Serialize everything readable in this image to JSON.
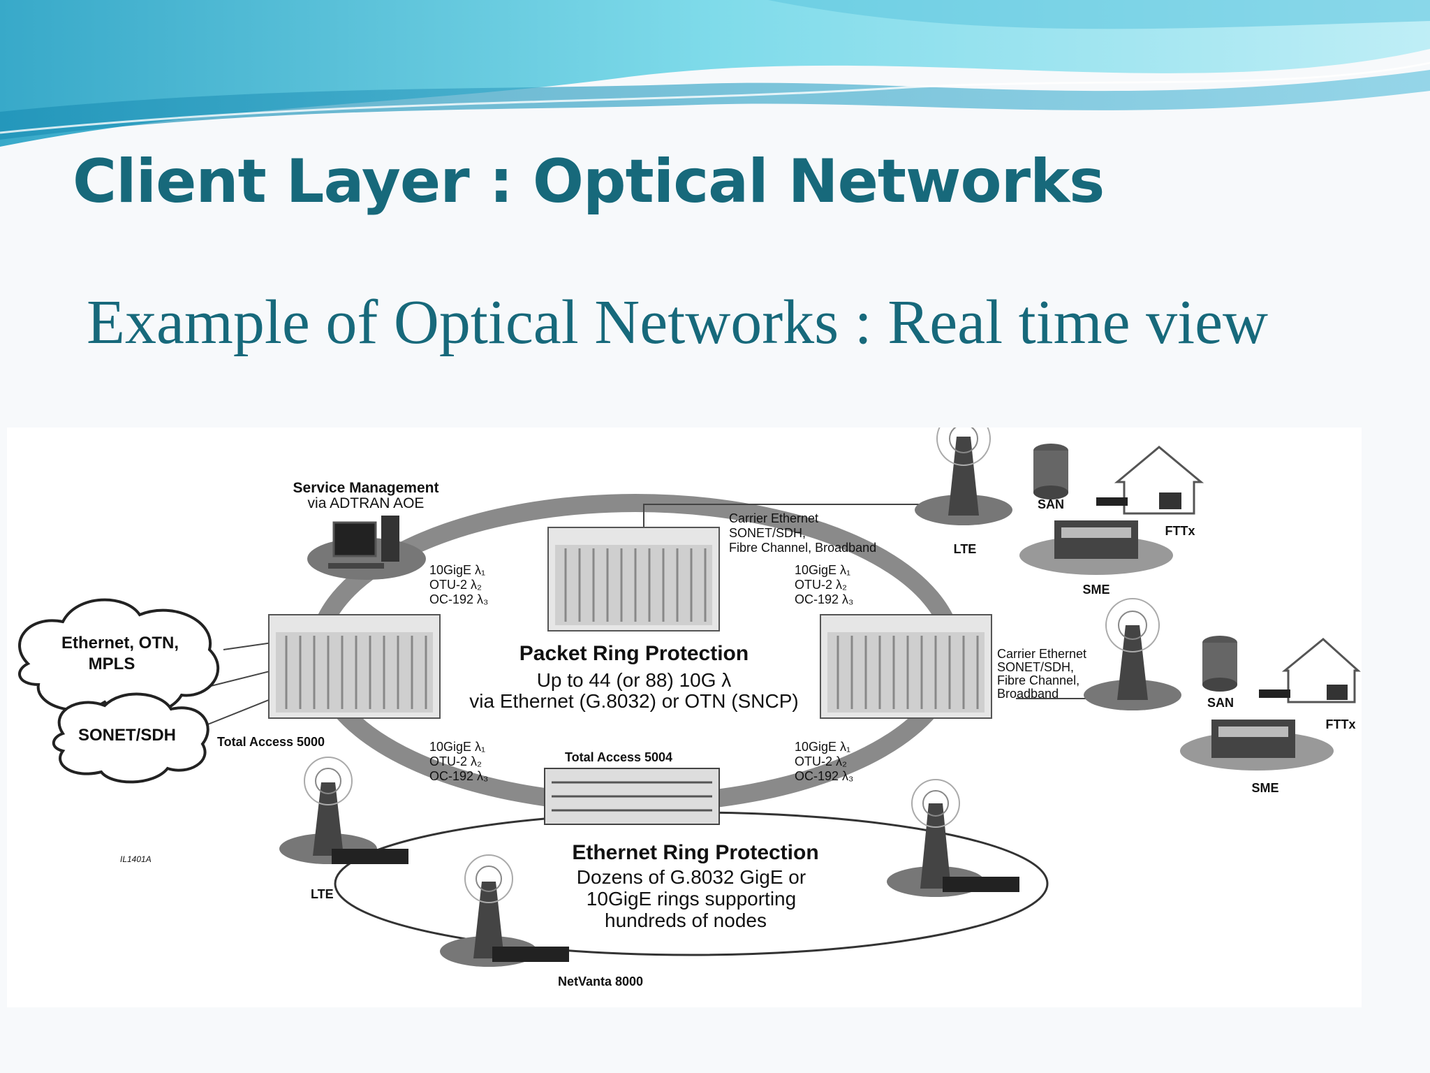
{
  "slide": {
    "title": "Client Layer : Optical Networks",
    "subtitle": "Example of Optical Networks : Real time view"
  },
  "diagram": {
    "service_mgmt": [
      "Service Management",
      "via ADTRAN AOE"
    ],
    "clouds": [
      "Ethernet, OTN,",
      "MPLS",
      "SONET/SDH"
    ],
    "link_labels": [
      "10GigE λ₁",
      "OTU-2 λ₂",
      "OC-192 λ₃"
    ],
    "carrier_top": [
      "Carrier Ethernet",
      "SONET/SDH,",
      "Fibre Channel, Broadband"
    ],
    "carrier_right": [
      "Carrier Ethernet",
      "SONET/SDH,",
      "Fibre Channel,",
      "Broadband"
    ],
    "packet_ring": {
      "title": "Packet Ring Protection",
      "lines": [
        "Up to 44 (or 88) 10G λ",
        "via Ethernet (G.8032) or OTN (SNCP)"
      ]
    },
    "ethernet_ring": {
      "title": "Ethernet Ring Protection",
      "lines": [
        "Dozens of G.8032 GigE or",
        "10GigE rings supporting",
        "hundreds of nodes"
      ]
    },
    "devices": {
      "total_access_5000": "Total Access 5000",
      "total_access_5004": "Total Access 5004",
      "netvanta": "NetVanta 8000",
      "lte": "LTE",
      "san": "SAN",
      "sme": "SME",
      "fttx": "FTTx"
    },
    "figure_id": "IL1401A"
  }
}
